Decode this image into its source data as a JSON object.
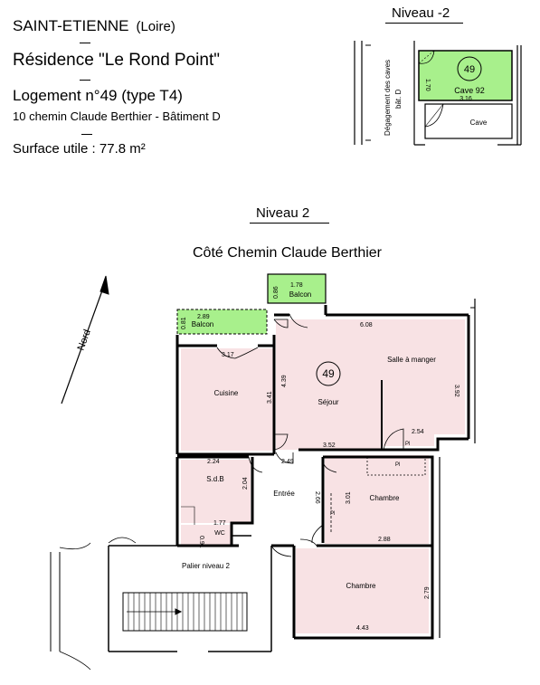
{
  "header": {
    "city": "SAINT-ETIENNE",
    "department": "(Loire)",
    "residence": "Résidence \"Le Rond Point\"",
    "unit": "Logement n°49 (type T4)",
    "address": "10 chemin Claude Berthier - Bâtiment D",
    "surface": "Surface utile : 77.8 m²"
  },
  "level_minus2": {
    "title": "Niveau -2",
    "unit_number": "49",
    "cave_label": "Cave 92",
    "cave_width": "3.16",
    "cave_depth": "1.70",
    "other_cave": "Cave",
    "corridor_line1": "Dégagement des caves",
    "corridor_line2": "bât. D"
  },
  "level_2": {
    "title": "Niveau 2",
    "street_side": "Côté Chemin Claude Berthier",
    "north": "Nord",
    "unit_number": "49",
    "landing": "Palier niveau 2",
    "rooms": {
      "balcon_left": "Balcon",
      "balcon_top": "Balcon",
      "cuisine": "Cuisine",
      "sejour": "Séjour",
      "salle_a_manger": "Salle à manger",
      "sdb": "S.d.B",
      "wc": "WC",
      "entree": "Entrée",
      "chambre1": "Chambre",
      "chambre2": "Chambre",
      "placard": "Pl"
    },
    "dimensions": {
      "balcon_left_w": "2.89",
      "balcon_left_d": "0.81",
      "balcon_top_w": "1.78",
      "balcon_top_d": "0.86",
      "cuisine_w": "3.17",
      "cuisine_h": "3.41",
      "sejour_h": "4.39",
      "sejour_top": "6.08",
      "sam_h": "3.92",
      "sam_w": "2.54",
      "sejour_bottom": "3.52",
      "sdb_w": "2.24",
      "sdb_h": "2.04",
      "entree_w": "2.49",
      "wc_w": "1.77",
      "wc_h": "0.91",
      "entree_h": "2.66",
      "ch1_h": "3.01",
      "ch1_w": "2.88",
      "ch2_h": "2.79",
      "ch2_w": "4.43"
    }
  },
  "colors": {
    "room_fill": "#f8e2e4",
    "balcony_fill": "#a8f08c",
    "wall": "#000000"
  }
}
